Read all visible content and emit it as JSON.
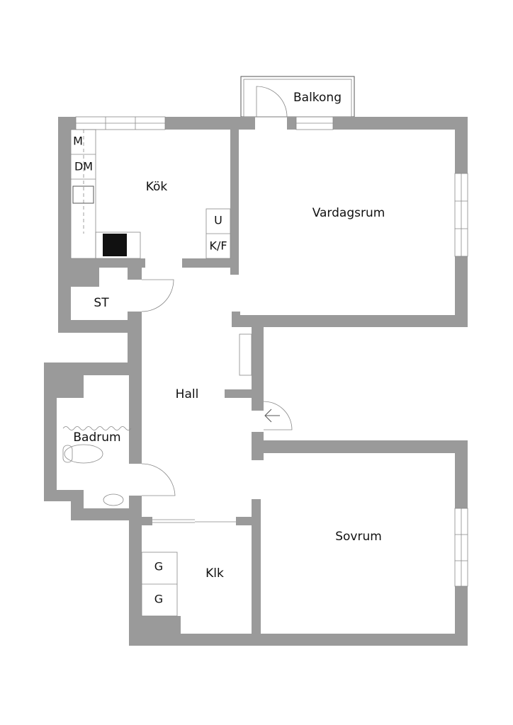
{
  "rooms": {
    "balcony": "Balkong",
    "kitchen": "Kök",
    "living_room": "Vardagsrum",
    "storage": "ST",
    "hall": "Hall",
    "bathroom": "Badrum",
    "bedroom": "Sovrum",
    "closet": "Klk"
  },
  "fixtures": {
    "microwave": "M",
    "dishwasher": "DM",
    "oven": "U",
    "fridge_freezer": "K/F",
    "wardrobe_1": "G",
    "wardrobe_2": "G"
  },
  "colors": {
    "wall": "#9a9a9a"
  }
}
